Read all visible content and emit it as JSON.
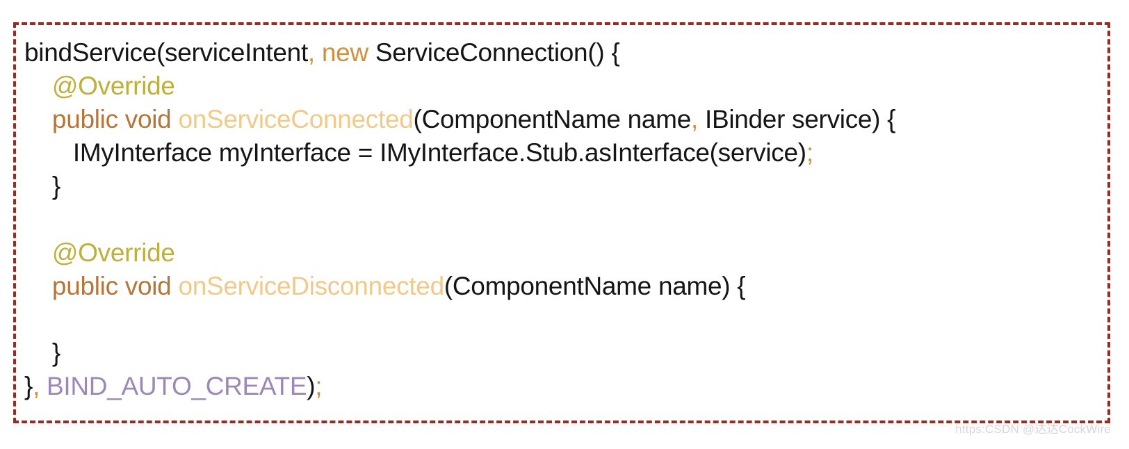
{
  "frame": {
    "border_color": "#9b2b20",
    "border_style": "dashed",
    "background": "#ffffff"
  },
  "colors": {
    "plain": "#151515",
    "keyword": "#d2903f",
    "punctuation": "#d2903f",
    "modifier": "#b5763a",
    "annotation": "#bdb03c",
    "method": "#f0ca8a",
    "constant": "#9c88b6"
  },
  "code": {
    "language": "java",
    "full_text": "bindService(serviceIntent, new ServiceConnection() {\n    @Override\n    public void onServiceConnected(ComponentName name, IBinder service) {\n        IMyInterface myInterface = IMyInterface.Stub.asInterface(service);\n    }\n\n    @Override\n    public void onServiceDisconnected(ComponentName name) {\n\n    }\n}, BIND_AUTO_CREATE);",
    "lines": [
      {
        "id": "line-1",
        "tokens": [
          {
            "t": "bindService(serviceIntent",
            "c": "plain"
          },
          {
            "t": ",",
            "c": "punctuation"
          },
          {
            "t": " ",
            "c": "plain"
          },
          {
            "t": "new",
            "c": "keyword"
          },
          {
            "t": " ServiceConnection() {",
            "c": "plain"
          }
        ]
      },
      {
        "id": "line-2",
        "tokens": [
          {
            "t": "    ",
            "c": "plain"
          },
          {
            "t": "@Override",
            "c": "annotation"
          }
        ]
      },
      {
        "id": "line-3",
        "tokens": [
          {
            "t": "    ",
            "c": "plain"
          },
          {
            "t": "public void",
            "c": "modifier"
          },
          {
            "t": " ",
            "c": "plain"
          },
          {
            "t": "onServiceConnected",
            "c": "method"
          },
          {
            "t": "(ComponentName name",
            "c": "plain"
          },
          {
            "t": ",",
            "c": "punctuation"
          },
          {
            "t": " IBinder service) {",
            "c": "plain"
          }
        ]
      },
      {
        "id": "line-4",
        "tokens": [
          {
            "t": "       IMyInterface myInterface = IMyInterface.Stub.asInterface(service)",
            "c": "plain"
          },
          {
            "t": ";",
            "c": "punctuation"
          }
        ]
      },
      {
        "id": "line-5",
        "tokens": [
          {
            "t": "    }",
            "c": "plain"
          }
        ]
      },
      {
        "id": "line-6",
        "tokens": [
          {
            "t": " ",
            "c": "plain"
          }
        ]
      },
      {
        "id": "line-7",
        "tokens": [
          {
            "t": "    ",
            "c": "plain"
          },
          {
            "t": "@Override",
            "c": "annotation"
          }
        ]
      },
      {
        "id": "line-8",
        "tokens": [
          {
            "t": "    ",
            "c": "plain"
          },
          {
            "t": "public void",
            "c": "modifier"
          },
          {
            "t": " ",
            "c": "plain"
          },
          {
            "t": "onServiceDisconnected",
            "c": "method"
          },
          {
            "t": "(ComponentName name) {",
            "c": "plain"
          }
        ]
      },
      {
        "id": "line-9",
        "tokens": [
          {
            "t": " ",
            "c": "plain"
          }
        ]
      },
      {
        "id": "line-10",
        "tokens": [
          {
            "t": "    }",
            "c": "plain"
          }
        ]
      },
      {
        "id": "line-11",
        "tokens": [
          {
            "t": "}",
            "c": "plain"
          },
          {
            "t": ",",
            "c": "punctuation"
          },
          {
            "t": " ",
            "c": "plain"
          },
          {
            "t": "BIND_AUTO_CREATE",
            "c": "constant"
          },
          {
            "t": ")",
            "c": "plain"
          },
          {
            "t": ";",
            "c": "punctuation"
          }
        ]
      }
    ]
  },
  "watermark": {
    "text": "https:CSDN @达达CockWire"
  }
}
